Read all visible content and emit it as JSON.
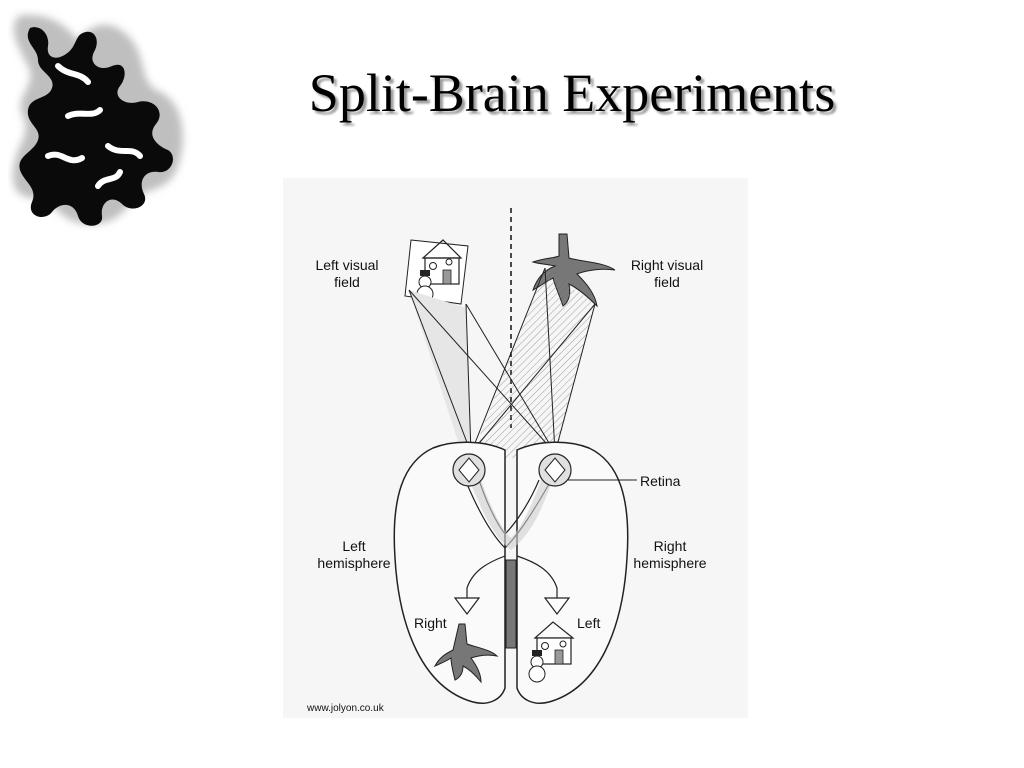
{
  "slide": {
    "title": "Split-Brain Experiments"
  },
  "diagram": {
    "left_field_line1": "Left visual",
    "left_field_line2": "field",
    "right_field_line1": "Right visual",
    "right_field_line2": "field",
    "retina": "Retina",
    "left_hemi_line1": "Left",
    "left_hemi_line2": "hemisphere",
    "right_hemi_line1": "Right",
    "right_hemi_line2": "hemisphere",
    "right_label": "Right",
    "left_label": "Left",
    "credit": "www.jolyon.co.uk"
  },
  "icons": [
    "brain-cortex-logo-icon",
    "house-snowman-icon",
    "bird-claw-icon",
    "eye-icon",
    "arrow-down-icon"
  ],
  "colors": {
    "title_shadow": "#9a9a9a",
    "diagram_bg": "#f6f6f6",
    "ink": "#111111"
  }
}
